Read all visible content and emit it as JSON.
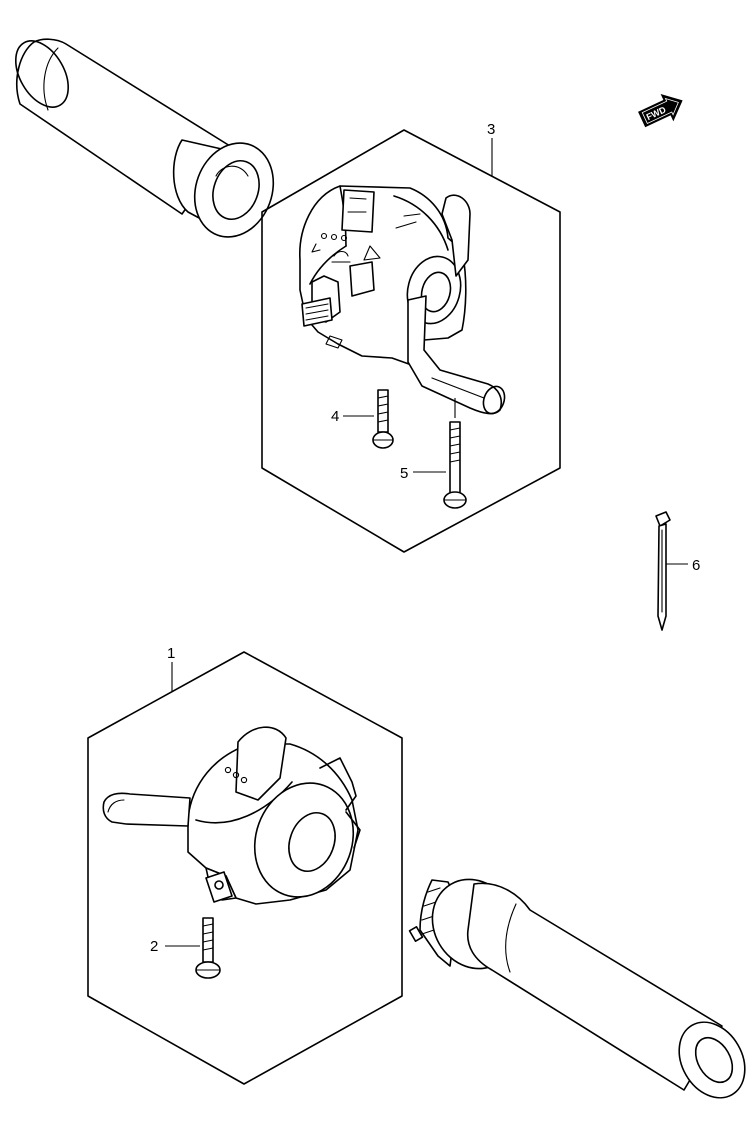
{
  "callouts": {
    "c1": "1",
    "c2": "2",
    "c3": "3",
    "c4": "4",
    "c5": "5",
    "c6": "6"
  },
  "fwd_label": "FWD",
  "icons": [
    "fwd-arrow-icon"
  ],
  "colors": {
    "ink": "#000000",
    "paper": "#ffffff"
  }
}
